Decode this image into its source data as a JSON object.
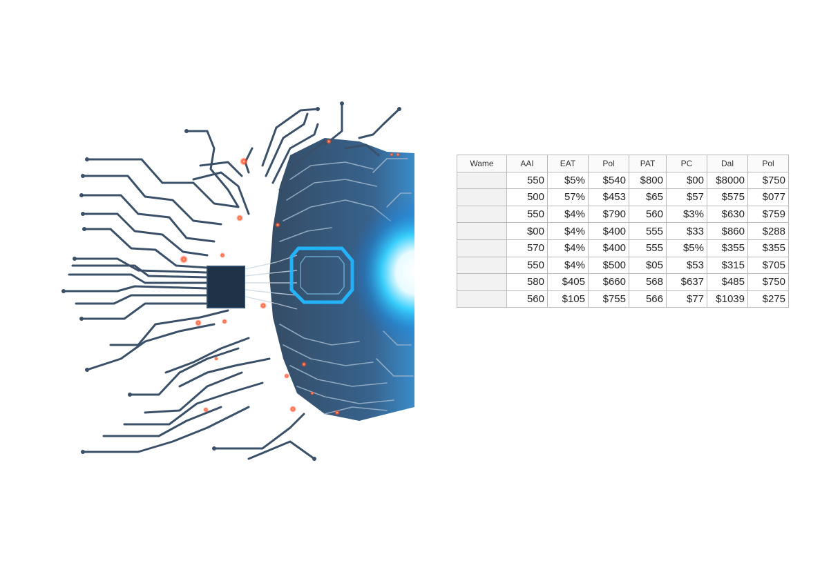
{
  "table": {
    "headers": [
      "Wame",
      "AAI",
      "EAT",
      "Pol",
      "PAT",
      "PC",
      "Dal",
      "Pol"
    ],
    "rows": [
      [
        "",
        "550",
        "$5%",
        "$540",
        "$800",
        "$00",
        "$8000",
        "$750"
      ],
      [
        "",
        "500",
        "57%",
        "$453",
        "$65",
        "$57",
        "$575",
        "$077"
      ],
      [
        "",
        "550",
        "$4%",
        "$790",
        "560",
        "$3%",
        "$630",
        "$759"
      ],
      [
        "",
        "$00",
        "$4%",
        "$400",
        "555",
        "$33",
        "$860",
        "$288"
      ],
      [
        "",
        "570",
        "$4%",
        "$400",
        "555",
        "$5%",
        "$355",
        "$355"
      ],
      [
        "",
        "550",
        "$4%",
        "$500",
        "$05",
        "$53",
        "$315",
        "$705"
      ],
      [
        "",
        "580",
        "$405",
        "$660",
        "568",
        "$637",
        "$485",
        "$750"
      ],
      [
        "",
        "560",
        "$105",
        "$755",
        "566",
        "$77",
        "$1039",
        "$275"
      ]
    ]
  },
  "colors": {
    "trace": "#3a5068",
    "board": "#2c4560",
    "chip": "#1f3248",
    "node_glow": "#ff4a2a",
    "core_glow": "#1ec8ff",
    "grid": "#b9b9b9"
  }
}
